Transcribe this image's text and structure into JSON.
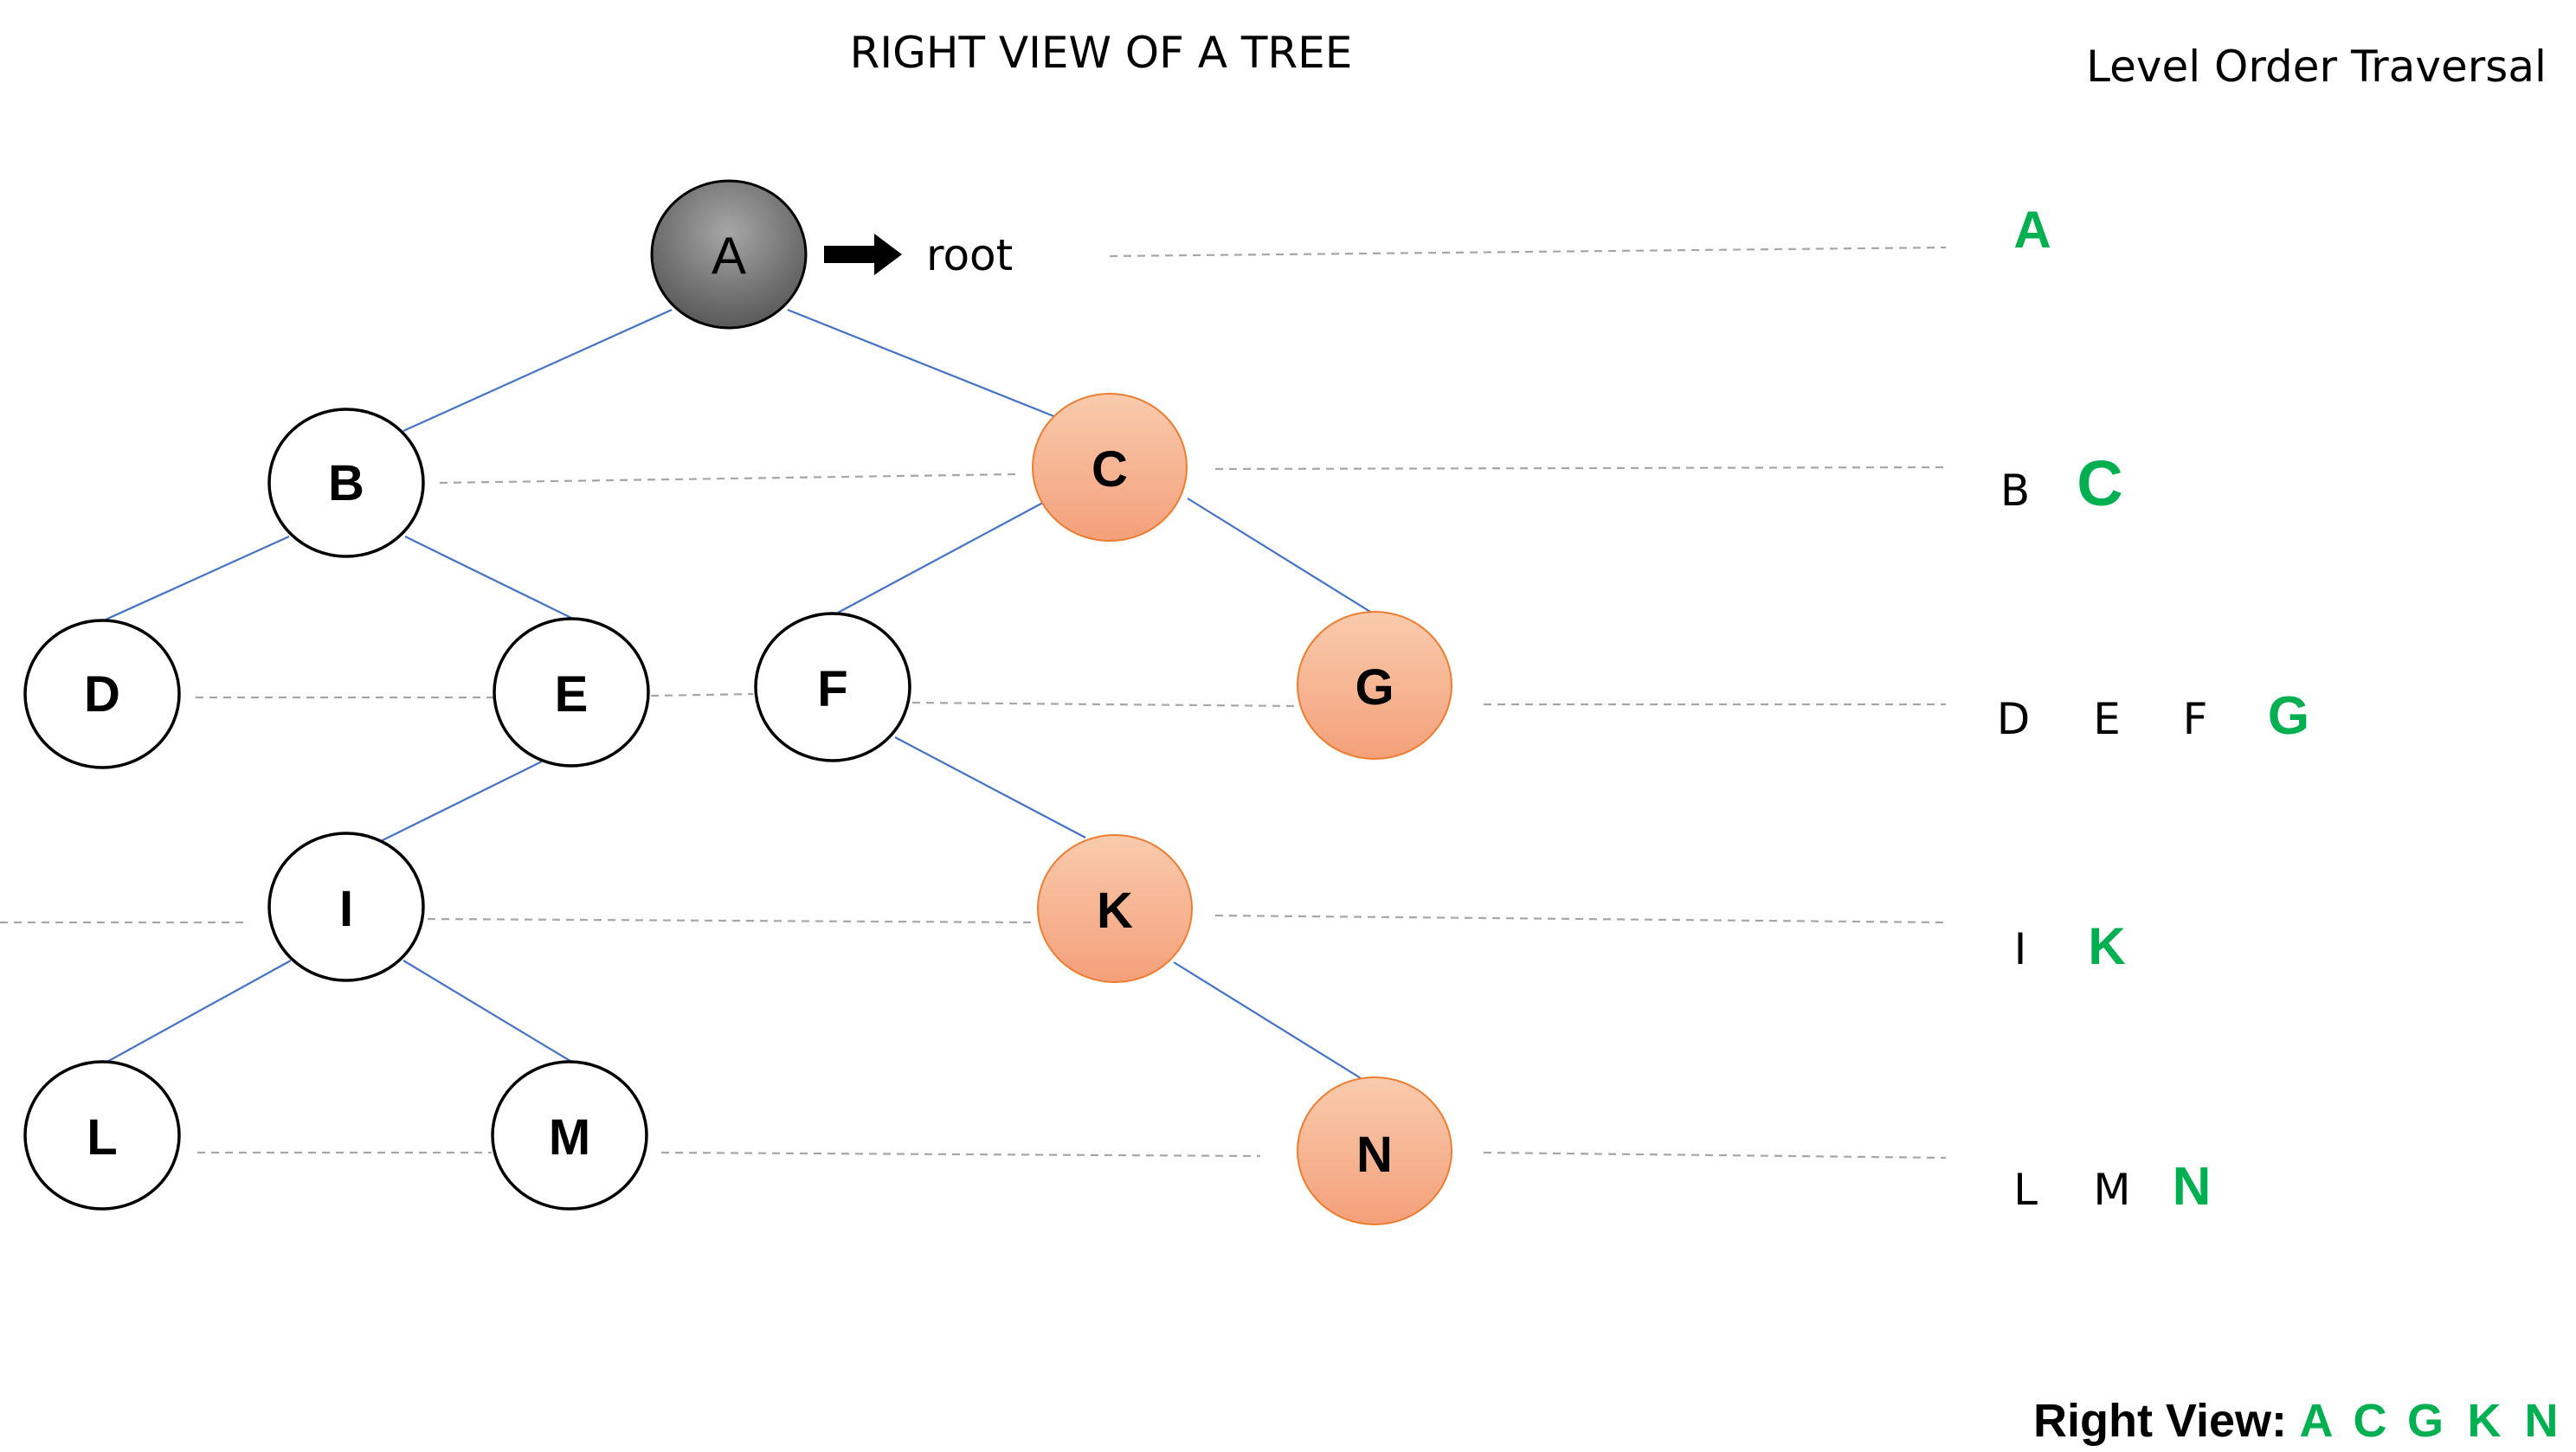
{
  "title": "RIGHT VIEW OF A TREE",
  "root_label": "root",
  "traversal_heading": "Level Order Traversal",
  "right_view_label": "Right View:",
  "right_view": [
    "A",
    "C",
    "G",
    "K",
    "N"
  ],
  "nodes": {
    "A": "A",
    "B": "B",
    "C": "C",
    "D": "D",
    "E": "E",
    "F": "F",
    "G": "G",
    "I": "I",
    "K": "K",
    "L": "L",
    "M": "M",
    "N": "N"
  },
  "levels": [
    {
      "others": [],
      "rightmost": "A"
    },
    {
      "others": [
        "B"
      ],
      "rightmost": "C"
    },
    {
      "others": [
        "D",
        "E",
        "F"
      ],
      "rightmost": "G"
    },
    {
      "others": [
        "I"
      ],
      "rightmost": "K"
    },
    {
      "others": [
        "L",
        "M"
      ],
      "rightmost": "N"
    }
  ],
  "colors": {
    "edge": "#4472c4",
    "guide": "#a6a6a6",
    "highlight_text": "#00b050",
    "right_view_node_fill": "#f4a582",
    "right_view_node_stroke": "#ed7d31",
    "root_node_fill": "#808080"
  },
  "icons": {
    "root_pointer": "right-arrow-icon"
  }
}
